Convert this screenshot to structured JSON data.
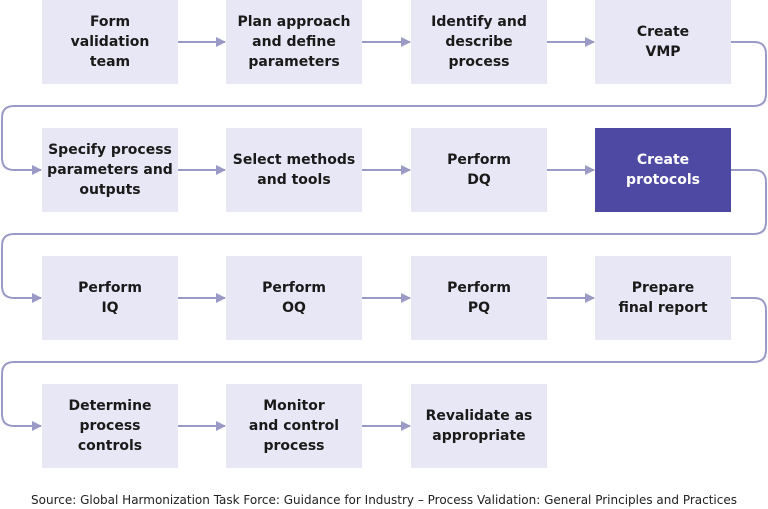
{
  "colors": {
    "box_fill": "#e8e7f5",
    "highlight_fill": "#4e4aa4",
    "highlight_text": "#ffffff",
    "connector": "#9a9ac6",
    "text": "#1a1a1a"
  },
  "steps": [
    "Form\nvalidation\nteam",
    "Plan approach\nand define\nparameters",
    "Identify and\ndescribe\nprocess",
    "Create\nVMP",
    "Specify process\nparameters and\noutputs",
    "Select methods\nand tools",
    "Perform\nDQ",
    "Create\nprotocols",
    "Perform\nIQ",
    "Perform\nOQ",
    "Perform\nPQ",
    "Prepare\nfinal report",
    "Determine\nprocess\ncontrols",
    "Monitor\nand control\nprocess",
    "Revalidate as\nappropriate"
  ],
  "highlighted_step": "Create\nprotocols",
  "source": "Source: Global Harmonization Task Force: Guidance for Industry – Process Validation: General Principles and Practices"
}
